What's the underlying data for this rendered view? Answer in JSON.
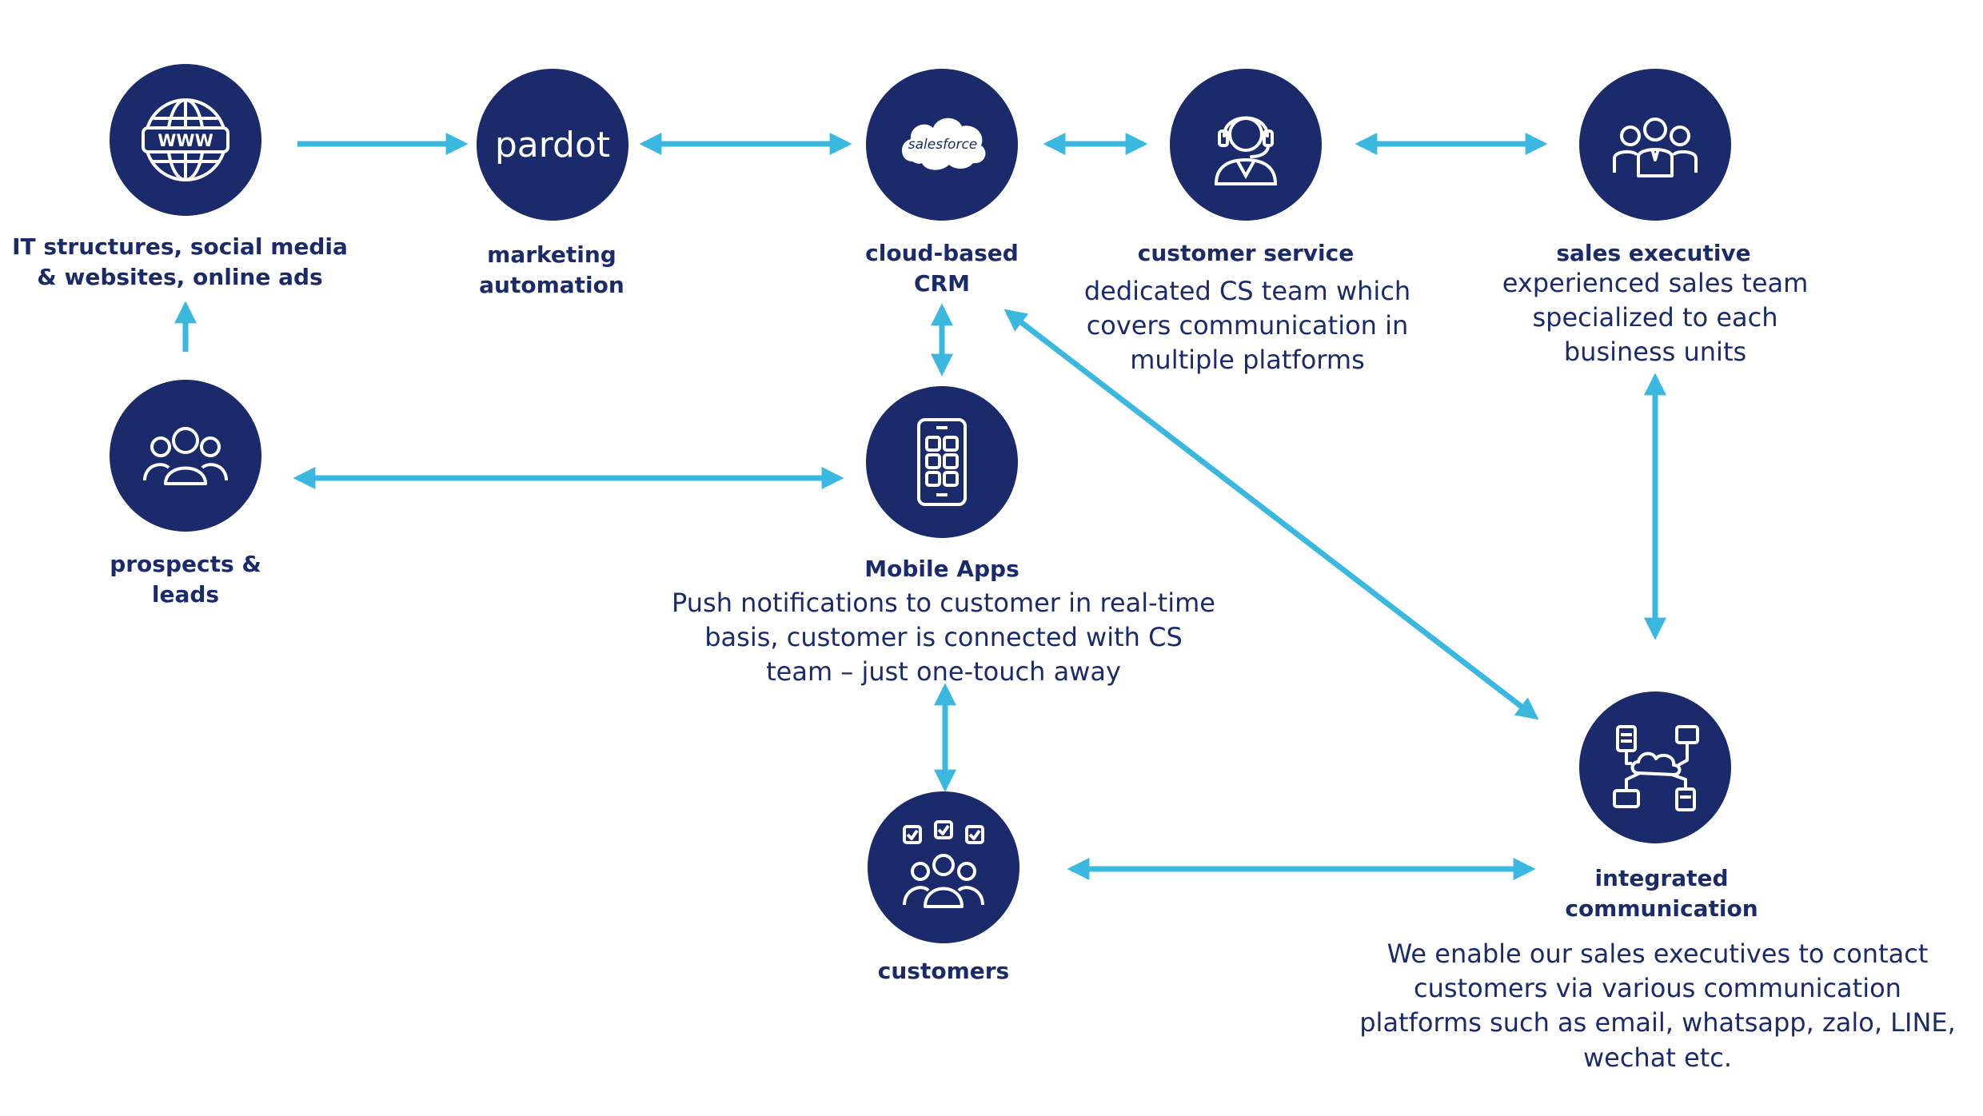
{
  "colors": {
    "node": "#1a2a6b",
    "arrow": "#3bb8e0",
    "text": "#1a2a6b"
  },
  "nodes": {
    "web": {
      "icon": "globe-www-icon",
      "icon_text": "WWW",
      "title": "IT structures, social media & websites, online ads"
    },
    "pardot": {
      "logo_text": "pardot",
      "title": "marketing automation"
    },
    "crm": {
      "logo_text": "salesforce",
      "title": "cloud-based CRM"
    },
    "cs": {
      "icon": "headset-agent-icon",
      "title": "customer service",
      "desc": "dedicated CS team which covers communication in multiple platforms"
    },
    "sales": {
      "icon": "team-group-icon",
      "title": "sales executive",
      "desc": "experienced sales team specialized to each business units"
    },
    "prospects": {
      "icon": "people-group-icon",
      "title": "prospects & leads"
    },
    "mobile": {
      "icon": "mobile-apps-icon",
      "title": "Mobile Apps",
      "desc": "Push notifications to customer in real-time basis, customer is connected with CS team – just one-touch away"
    },
    "customers": {
      "icon": "customers-icon",
      "title": "customers"
    },
    "integrated": {
      "icon": "network-cloud-icon",
      "title": "integrated communication",
      "desc": "We enable our sales executives to contact customers via various communication platforms such as email, whatsapp, zalo, LINE, wechat etc."
    }
  }
}
